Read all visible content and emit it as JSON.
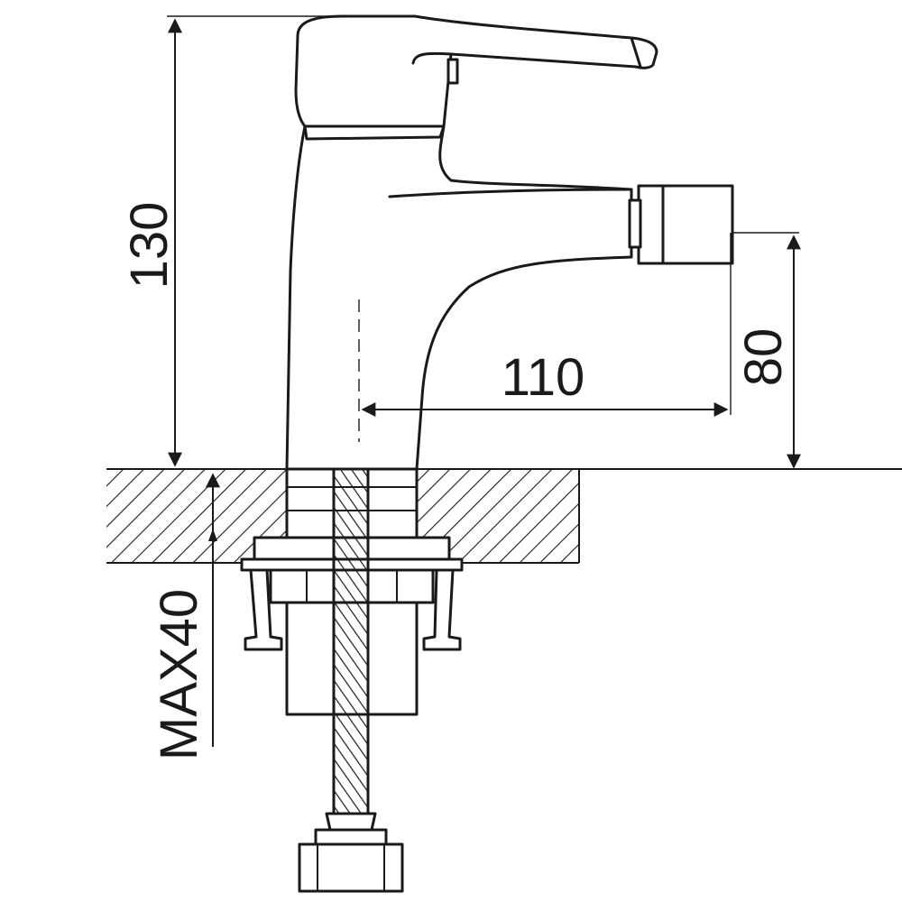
{
  "dimensions": {
    "height_total": "130",
    "spout_reach": "110",
    "spout_height": "80",
    "max_counter_thickness": "MAX40"
  },
  "colors": {
    "line": "#1a1a1a",
    "background": "#ffffff"
  }
}
